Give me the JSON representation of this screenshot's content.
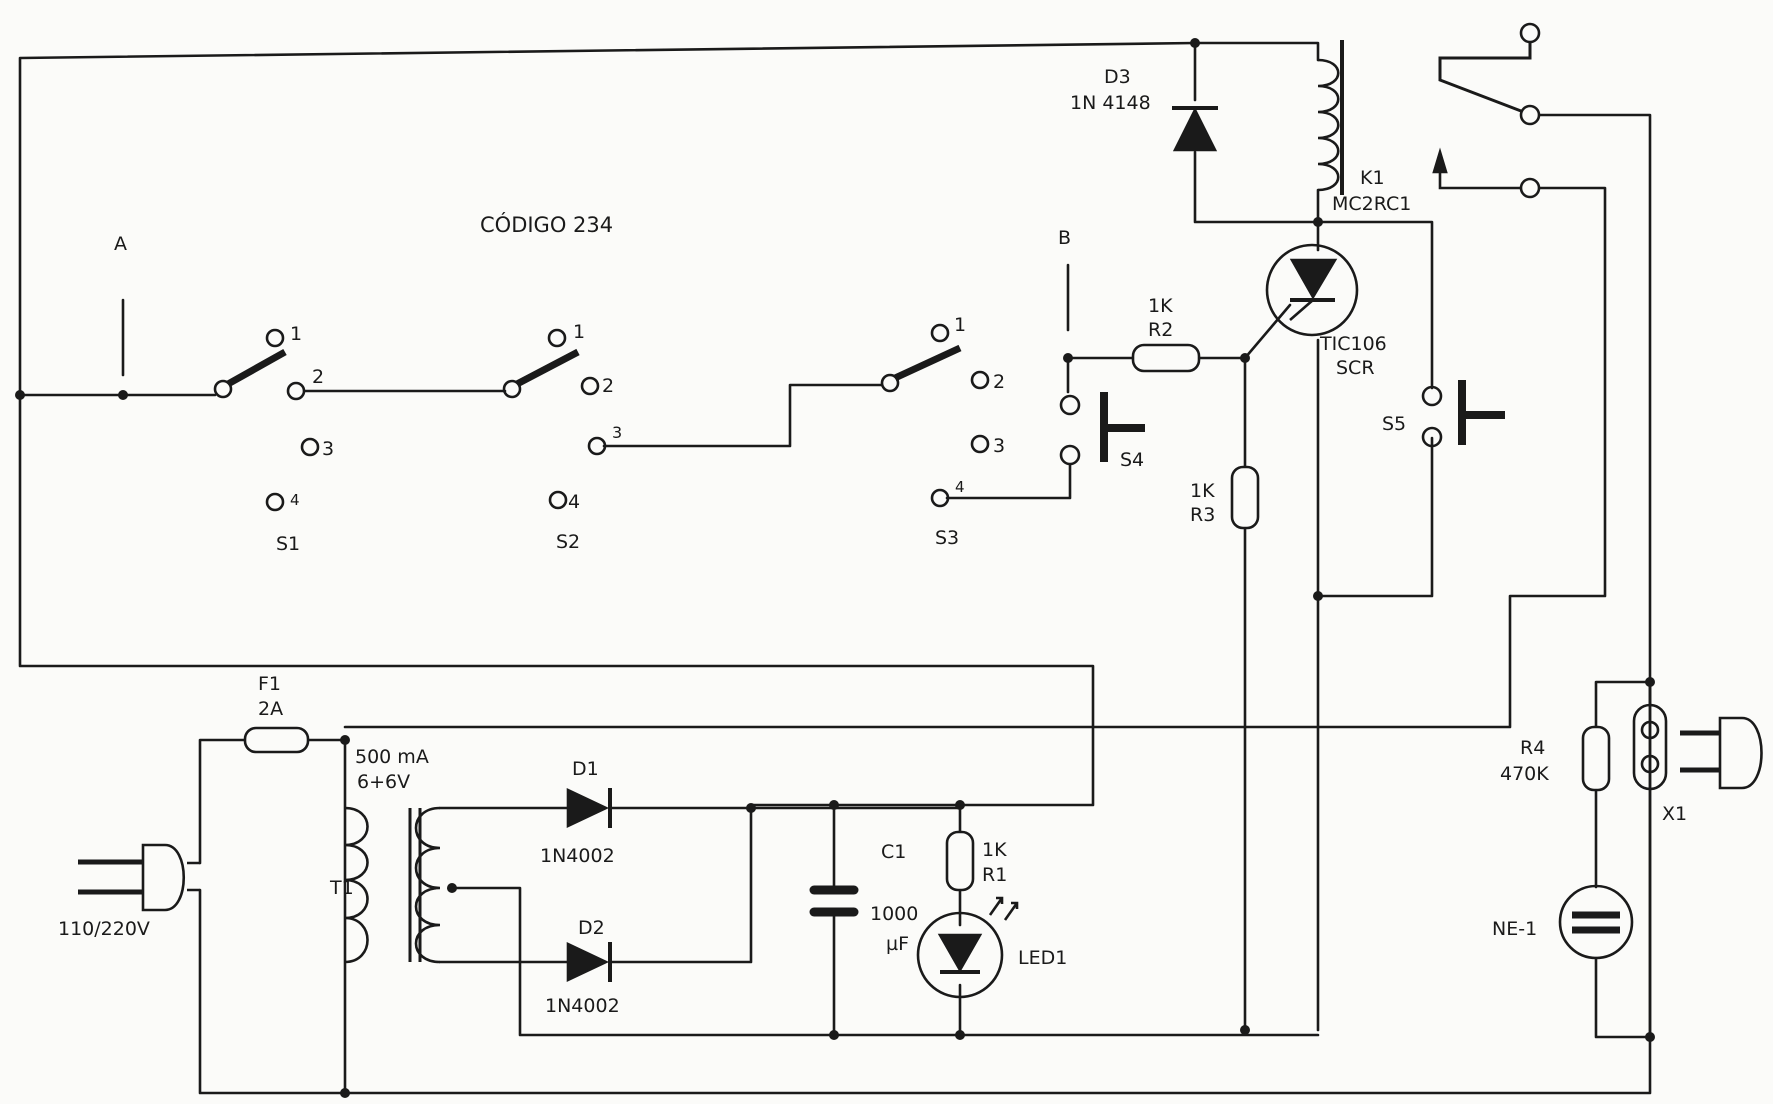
{
  "diagram": {
    "ink_color": "#1a1a1a",
    "paper_color": "#fbfbf9",
    "labels": {
      "code": "CÓDIGO 234",
      "point_a": "A",
      "point_b": "B",
      "s1": "S1",
      "s2": "S2",
      "s3": "S3",
      "s4": "S4",
      "s5": "S5",
      "r2_value": "1K",
      "r2_name": "R2",
      "r3_value": "1K",
      "r3_name": "R3",
      "r1_value": "1K",
      "r1_name": "R1",
      "r4_name": "R4",
      "r4_value": "470K",
      "d3_name": "D3",
      "d3_part": "1N 4148",
      "k1_name": "K1",
      "k1_part": "MC2RC1",
      "scr_part": "TIC106",
      "scr_type": "SCR",
      "f1_name": "F1",
      "f1_value": "2A",
      "t1_current": "500 mA",
      "t1_voltage": "6+6V",
      "t1_name": "T1",
      "d1_name": "D1",
      "d1_part": "1N4002",
      "d2_name": "D2",
      "d2_part": "1N4002",
      "c1_name": "C1",
      "c1_value": "1000",
      "c1_unit": "µF",
      "led_name": "LED1",
      "mains": "110/220V",
      "neon": "NE-1",
      "outlet": "X1"
    },
    "switch_positions": {
      "s1": [
        "1",
        "2",
        "3",
        "4"
      ],
      "s2": [
        "1",
        "2",
        "3",
        "4"
      ],
      "s3": [
        "1",
        "2",
        "3",
        "4"
      ]
    }
  }
}
